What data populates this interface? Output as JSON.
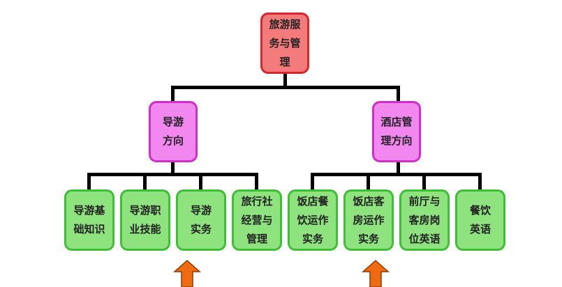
{
  "root": {
    "lines": [
      "旅游服",
      "务与管",
      "理"
    ]
  },
  "branches": [
    {
      "lines": [
        "导游",
        "方向"
      ]
    },
    {
      "lines": [
        "酒店管",
        "理方向"
      ]
    }
  ],
  "leaves": [
    {
      "lines": [
        "导游基",
        "础知识"
      ]
    },
    {
      "lines": [
        "导游职",
        "业技能"
      ]
    },
    {
      "lines": [
        "导游",
        "实务"
      ]
    },
    {
      "lines": [
        "旅行社",
        "经营与",
        "管理"
      ]
    },
    {
      "lines": [
        "饭店餐",
        "饮运作",
        "实务"
      ]
    },
    {
      "lines": [
        "饭店客",
        "房运作",
        "实务"
      ]
    },
    {
      "lines": [
        "前厅与",
        "客房岗",
        "位英语"
      ]
    },
    {
      "lines": [
        "餐饮",
        "英语"
      ]
    }
  ],
  "colors": {
    "root": "#f47b7b",
    "branch": "#f287f0",
    "leaf": "#8fe37f",
    "arrow": "#f26a10"
  }
}
